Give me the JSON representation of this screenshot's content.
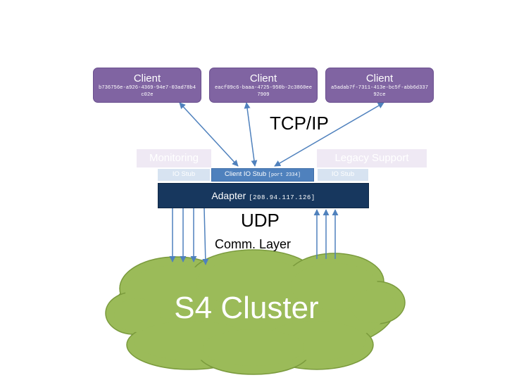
{
  "clients": [
    {
      "title": "Client",
      "id": "b736756e-a926-4369-94e7-03ad78b4c02e"
    },
    {
      "title": "Client",
      "id": "eacf09c6-baaa-4725-950b-2c3860ee7909"
    },
    {
      "title": "Client",
      "id": "a5adab7f-7311-413e-bc5f-abb6d33792ce"
    }
  ],
  "protocol_top": "TCP/IP",
  "monitoring": {
    "label": "Monitoring",
    "stub": "IO Stub"
  },
  "legacy": {
    "label": "Legacy Support",
    "stub": "IO Stub"
  },
  "client_stub": {
    "label": "Client IO Stub",
    "port": "[port 2334]"
  },
  "adapter": {
    "label": "Adapter",
    "ip": "[208.94.117.126]"
  },
  "protocol_bottom": "UDP",
  "comm_layer": "Comm. Layer",
  "cluster": {
    "label": "S4 Cluster"
  },
  "colors": {
    "client": "#8064a2",
    "adapter": "#17375e",
    "stub": "#4f81bd",
    "arrow": "#4f81bd",
    "cloud": "#9bbb59",
    "cloud_border": "#7a9a3c"
  }
}
